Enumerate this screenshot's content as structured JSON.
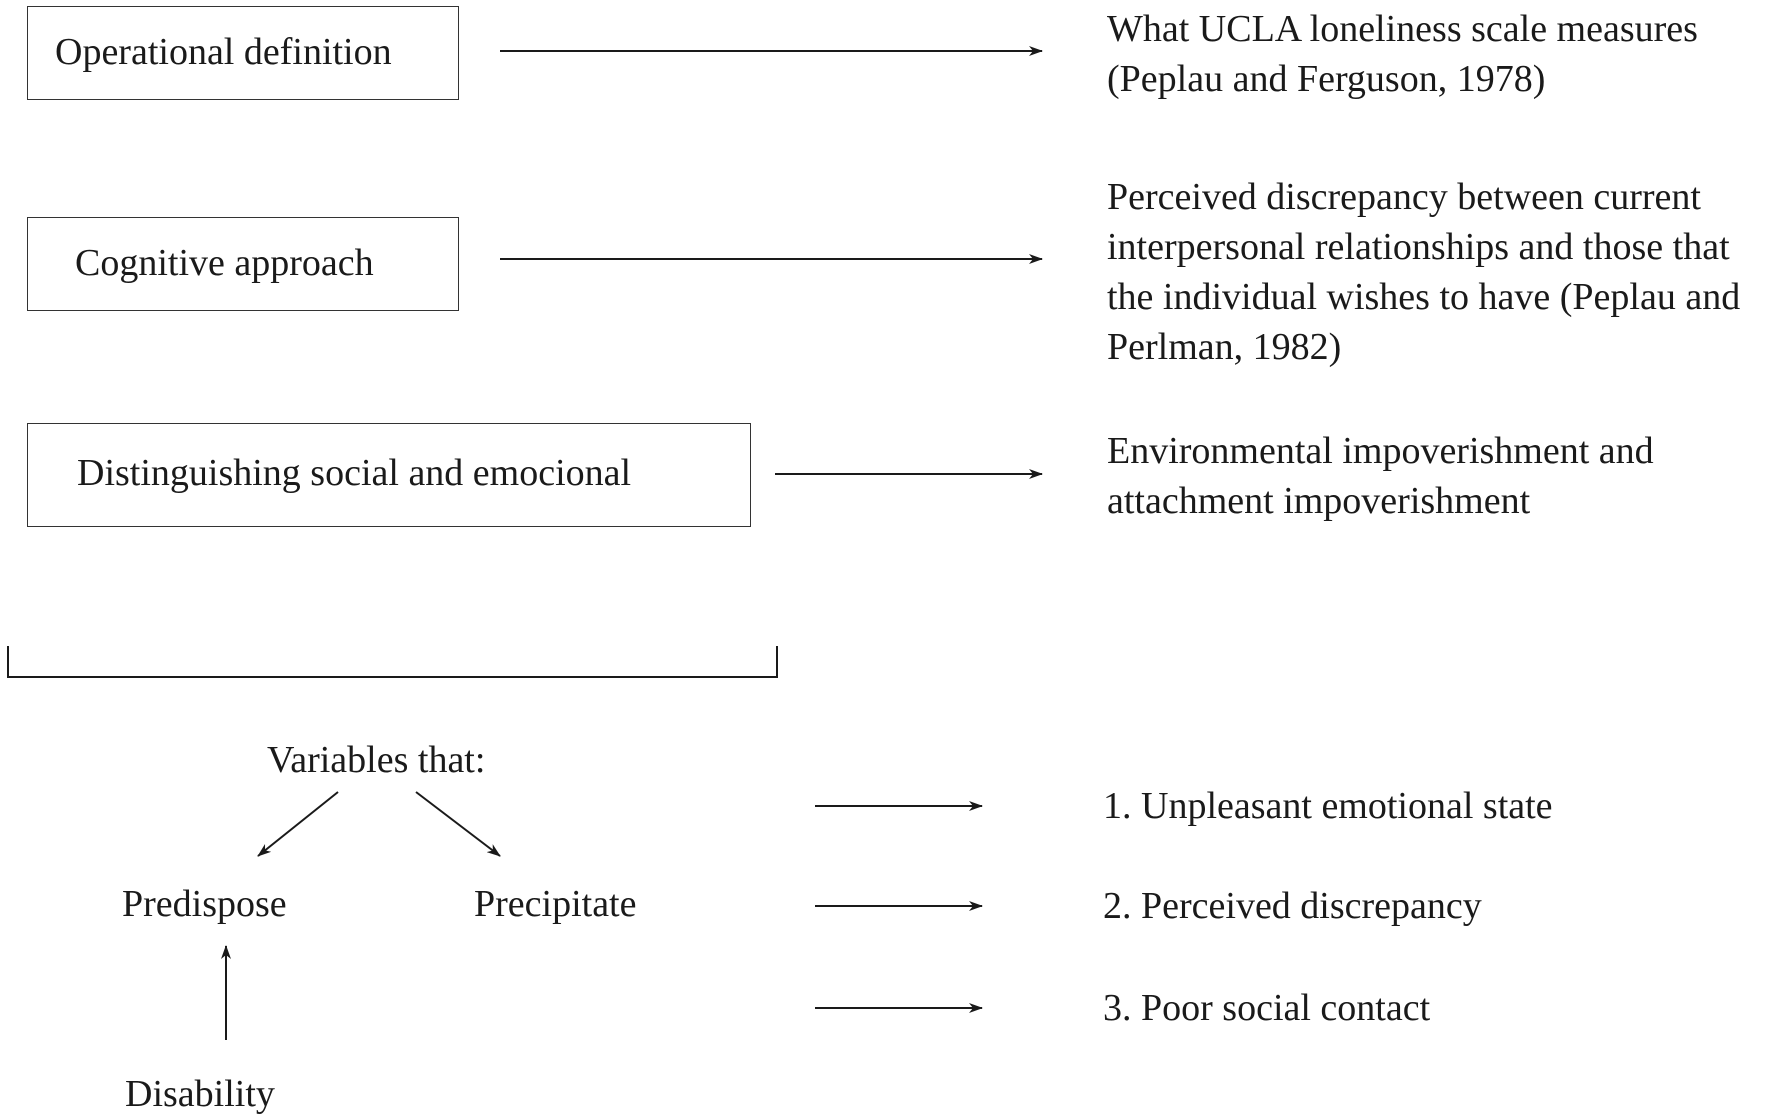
{
  "definitions": [
    {
      "box_label": "Operational definition",
      "description_lines": [
        "What UCLA loneliness scale measures",
        "(Peplau and Ferguson, 1978)"
      ]
    },
    {
      "box_label": "Cognitive approach",
      "description_lines": [
        "Perceived discrepancy between current",
        "interpersonal relationships and those that",
        "the individual wishes to have (Peplau and",
        "Perlman, 1982)"
      ]
    },
    {
      "box_label": "Distinguishing social and emocional",
      "description_lines": [
        "Environmental impoverishment and",
        "attachment impoverishment"
      ]
    }
  ],
  "variables": {
    "heading": "Variables that:",
    "left_branch": "Predispose",
    "right_branch": "Precipitate",
    "source": "Disability"
  },
  "outcomes": [
    "1. Unpleasant emotional state",
    "2. Perceived discrepancy",
    "3. Poor social contact"
  ]
}
